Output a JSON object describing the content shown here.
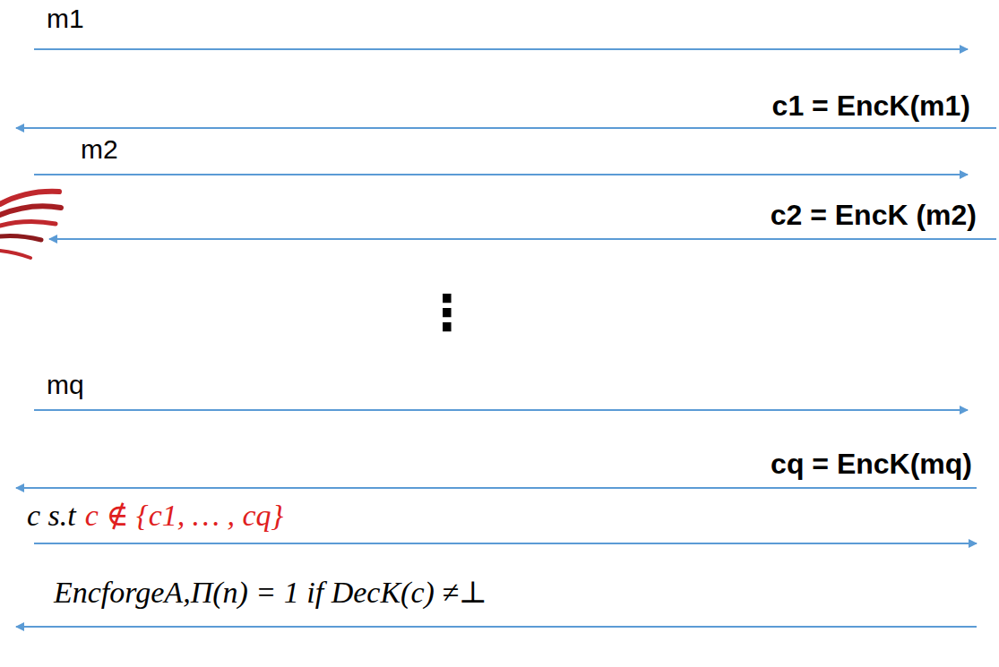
{
  "diagram": {
    "labels": [
      "m1",
      "c1 = EncK(m1)",
      "m2",
      "c2 = EncK (m2)",
      "⋮",
      "mq",
      "cq = EncK(mq)",
      "c s.t",
      "c ∉ {c1, … , cq}",
      "EncforgeA,Π(n) = 1  if DecK(c) ≠⊥"
    ]
  }
}
